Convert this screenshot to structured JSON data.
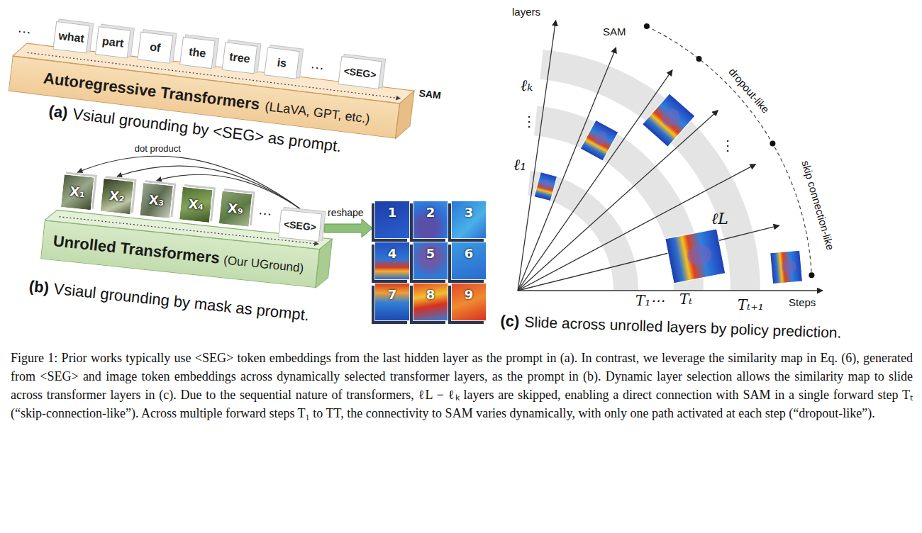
{
  "diagram": {
    "caption": "Figure 1: Prior works typically use <SEG> token embeddings from the last hidden layer as the prompt in (a). In contrast, we leverage the similarity map in Eq. (6), generated from <SEG> and image token embeddings across dynamically selected transformer layers, as the prompt in (b). Dynamic layer selection allows the similarity map to slide across transformer layers in (c). Due to the sequential nature of transformers, ℓL − ℓₖ layers are skipped, enabling a direct connection with SAM in a single forward step Tₜ (“skip-connection-like”). Across multiple forward steps T₁ to TT, the connectivity to SAM varies dynamically, with only one path activated at each step (“dropout-like”).",
    "nodes": [
      {
        "text": [
          "what"
        ]
      },
      {
        "text": [
          "part"
        ]
      },
      {
        "text": [
          "of"
        ]
      },
      {
        "text": [
          "the"
        ]
      },
      {
        "text": [
          "tree"
        ]
      },
      {
        "text": [
          "is"
        ]
      },
      {
        "text": [
          "<SEG>"
        ]
      },
      {
        "text": [
          "Autoregressive Transformers",
          "(LLaVA, GPT, etc.)"
        ]
      },
      {
        "text": [
          "X₁"
        ]
      },
      {
        "text": [
          "X₂"
        ]
      },
      {
        "text": [
          "X₃"
        ]
      },
      {
        "text": [
          "X₄"
        ]
      },
      {
        "text": [
          "X₉"
        ]
      },
      {
        "text": [
          "<SEG>"
        ]
      },
      {
        "text": [
          "Unrolled Transformers",
          "(Our UGround)"
        ]
      },
      {
        "text": [
          "1"
        ]
      },
      {
        "text": [
          "2"
        ]
      },
      {
        "text": [
          "3"
        ]
      },
      {
        "text": [
          "4"
        ]
      },
      {
        "text": [
          "5"
        ]
      },
      {
        "text": [
          "6"
        ]
      },
      {
        "text": [
          "7"
        ]
      },
      {
        "text": [
          "8"
        ]
      },
      {
        "text": [
          "9"
        ]
      }
    ],
    "edges": [
      {
        "from": 13,
        "to": 8,
        "label": "dot product",
        "arrow": "to"
      },
      {
        "from": 13,
        "to": 9,
        "arrow": "to"
      },
      {
        "from": 13,
        "to": 10,
        "arrow": "to"
      }
    ],
    "labels": [
      "…",
      "…",
      "SAM",
      "(a)",
      "Vsiaul grounding by <SEG> as prompt.",
      "…",
      "reshape",
      "(b)",
      "Vsiaul grounding by mask as prompt.",
      "layers",
      "SAM",
      "dropout-like",
      "skip connection-like",
      "ℓₖ",
      "⋮",
      "ℓ₁",
      "⋮",
      "ℓL",
      "T₁⋯",
      "Tₜ",
      "Tₜ₊₁",
      "Steps",
      "(c)",
      "Slide across unrolled layers by policy prediction."
    ]
  }
}
